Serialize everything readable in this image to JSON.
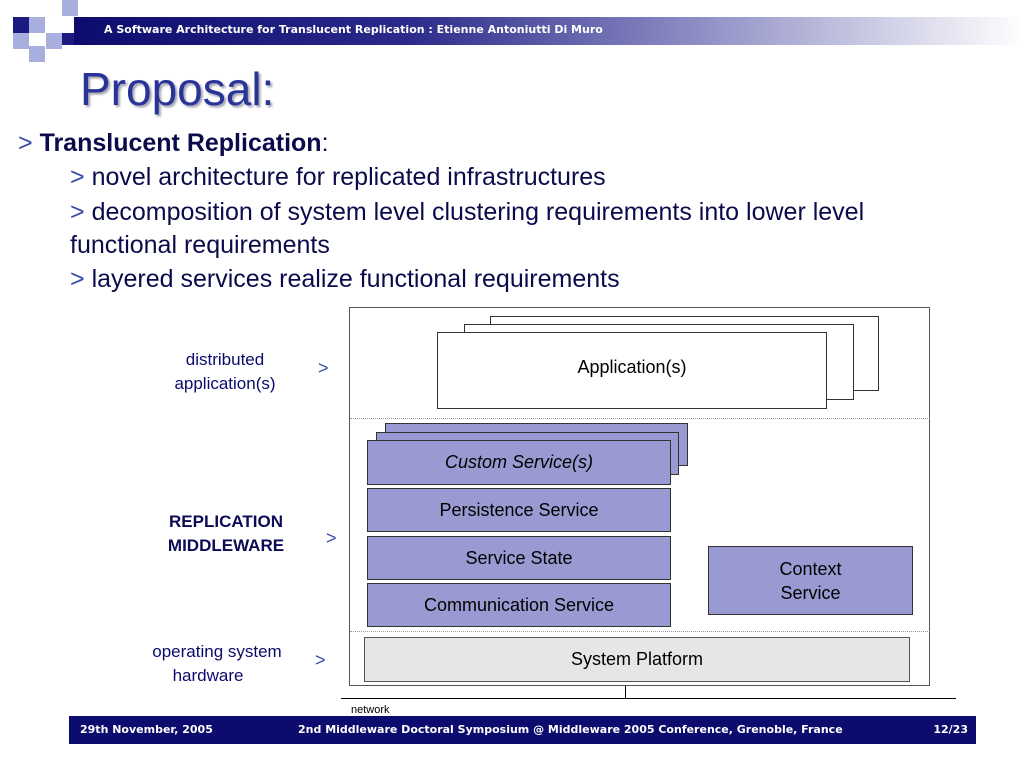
{
  "header": {
    "text": "A Software Architecture for Translucent Replication  :  Etienne Antoniutti Di Muro"
  },
  "slide": {
    "title": "Proposal:",
    "bullets": {
      "marker": ">",
      "main_bold": "Translucent Replication",
      "main_colon": ":",
      "sub1": "novel architecture for replicated infrastructures",
      "sub2_line1": "decomposition of system level clustering requirements into lower level",
      "sub2_line2": "functional requirements",
      "sub3": "layered services realize functional requirements"
    }
  },
  "diagram": {
    "labels": {
      "distributed_line1": "distributed",
      "distributed_line2": "application(s)",
      "replication_line1": "REPLICATION",
      "replication_line2": "MIDDLEWARE",
      "os_line1": "operating system",
      "os_line2": "hardware",
      "arrow": ">"
    },
    "boxes": {
      "applications": "Application(s)",
      "custom_service": "Custom Service(s)",
      "persistence": "Persistence Service",
      "service_state": "Service State",
      "communication": "Communication Service",
      "context_line1": "Context",
      "context_line2": "Service",
      "system_platform": "System Platform"
    },
    "network_label": "network",
    "colors": {
      "service_fill": "#9a9ad2",
      "platform_fill": "#e6e6e6"
    }
  },
  "footer": {
    "date": "29th November, 2005",
    "event": "2nd Middleware Doctoral Symposium @ Middleware 2005 Conference, Grenoble, France",
    "page": "12/23"
  }
}
